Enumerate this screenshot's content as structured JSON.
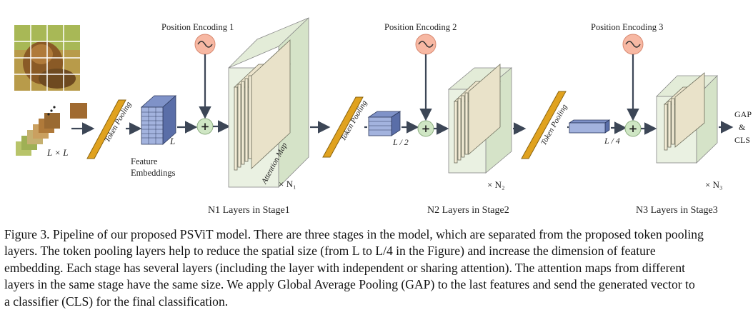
{
  "figure": {
    "position_encodings": [
      "Position Encoding 1",
      "Position Encoding 2",
      "Position Encoding 3"
    ],
    "token_pooling_label": "Token Pooling",
    "attention_map_label": "Attention Map",
    "input_size_label": "L × L",
    "feature_label_line1": "Feature",
    "feature_label_line2": "Embeddings",
    "size_L": "L",
    "size_L2": "L / 2",
    "size_L4": "L / 4",
    "stage1_repeat": "× N₁",
    "stage2_repeat": "× N₂",
    "stage3_repeat": "× N₃",
    "stage1_title": "N1 Layers in Stage1",
    "stage2_title": "N2 Layers in Stage2",
    "stage3_title": "N3 Layers in Stage3",
    "output_line1": "GAP",
    "output_line2": "&",
    "output_line3": "CLS",
    "encoding_symbol": "~",
    "add_symbol": "+"
  },
  "caption": {
    "lines": [
      "Figure 3. Pipeline of our proposed PSViT model. There are three stages in the model, which are separated from the proposed token pooling",
      "layers.  The token pooling layers help to reduce the spatial size (from L to L/4 in the Figure) and increase the dimension of feature",
      "embedding. Each stage has several layers (including the layer with independent or sharing attention). The attention maps from different",
      "layers in the same stage have the same size. We apply Global Average Pooling (GAP) to the last features and send the generated vector to",
      "a classifier (CLS) for the final classification."
    ]
  },
  "colors": {
    "pool_bar": "#e0a21f",
    "pool_bar_edge": "#8a6410",
    "sine_circle": "#f7b8a3",
    "add_circle": "#cfe6c4",
    "embed_blue": "#9fb0db",
    "block_face": "#e9e2c9",
    "box_green": "#dde8d2",
    "arrow": "#3c4656"
  }
}
